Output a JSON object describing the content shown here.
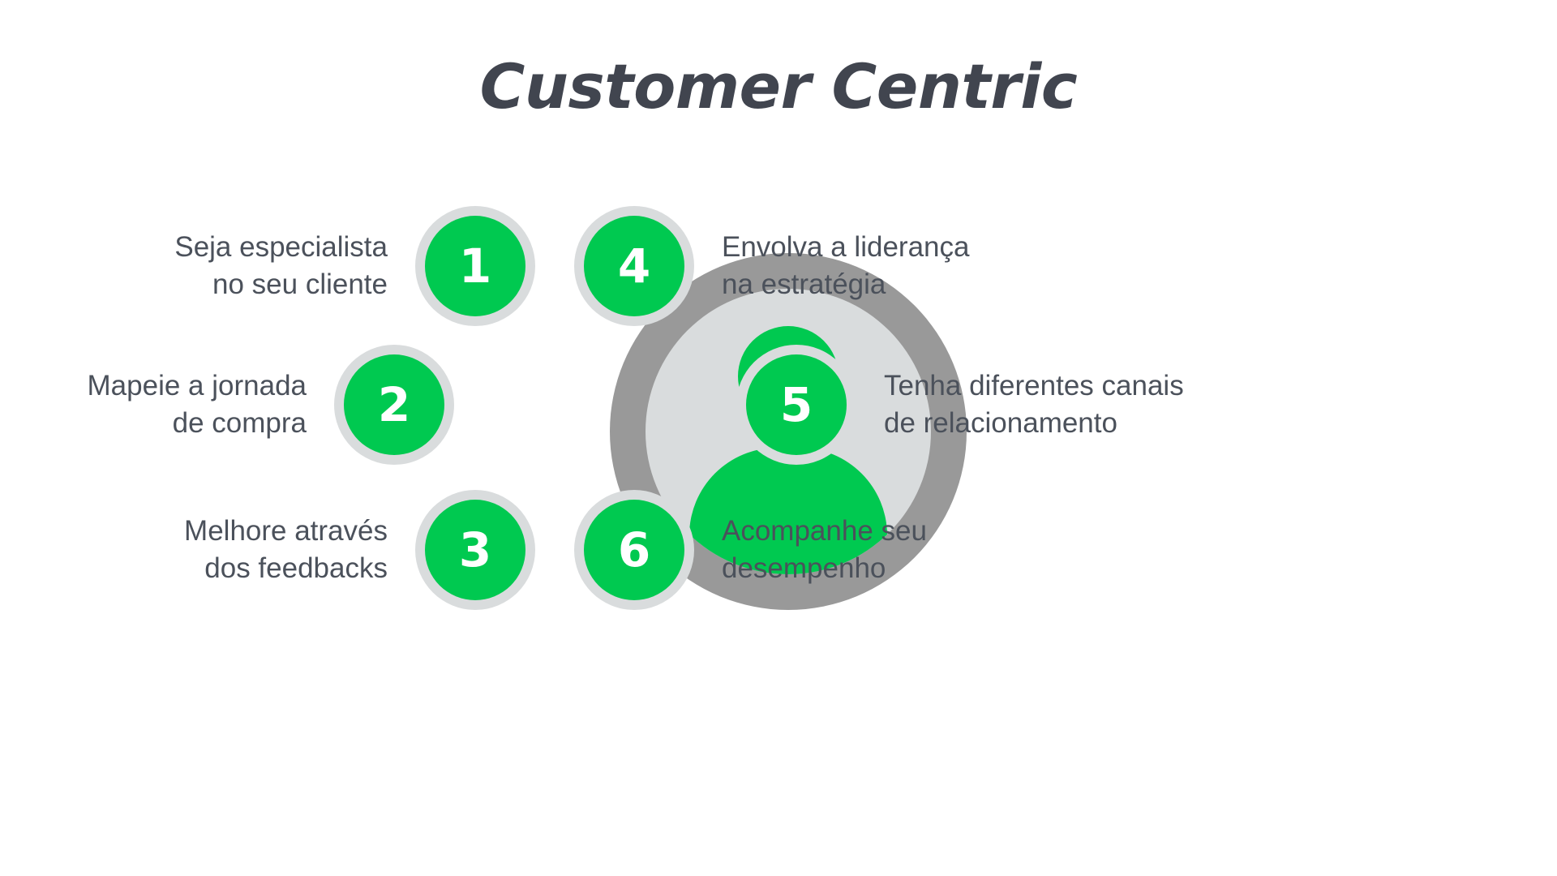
{
  "page": {
    "title": "Customer Centric",
    "background_color": "#ffffff"
  },
  "theme": {
    "accent_green": "#00c950",
    "ring_gray": "#d9dcdd",
    "outer_ring_gray": "#999999",
    "title_color": "#41454f",
    "body_text_color": "#4b515b",
    "badge_number_color": "#ffffff"
  },
  "center": {
    "icon": "person-icon",
    "outer_ring_color": "#999999",
    "inner_disc_color": "#d9dcdd",
    "figure_color": "#00c950"
  },
  "items": [
    {
      "number": "1",
      "side": "left",
      "line1": "Seja especialista",
      "line2": "no seu cliente"
    },
    {
      "number": "2",
      "side": "left",
      "line1": "Mapeie a jornada",
      "line2": "de compra"
    },
    {
      "number": "3",
      "side": "left",
      "line1": "Melhore através",
      "line2": "dos feedbacks"
    },
    {
      "number": "4",
      "side": "right",
      "line1": "Envolva a liderança",
      "line2": "na estratégia"
    },
    {
      "number": "5",
      "side": "right",
      "line1": "Tenha diferentes canais",
      "line2": "de relacionamento"
    },
    {
      "number": "6",
      "side": "right",
      "line1": "Acompanhe seu",
      "line2": "desempenho"
    }
  ]
}
